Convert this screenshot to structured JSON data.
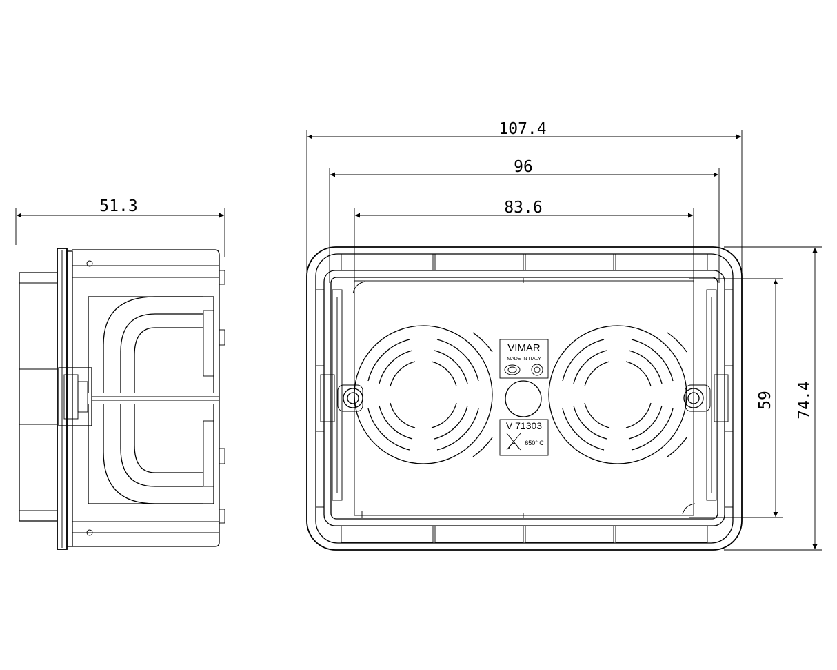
{
  "dimensions": {
    "side_depth": "51.3",
    "overall_width": "107.4",
    "fixing_centres": "96",
    "inner_width": "83.6",
    "inner_height": "59",
    "overall_height": "74.4"
  },
  "markings": {
    "brand": "VIMAR",
    "made_in": "MADE IN ITALY",
    "model": "V 71303",
    "temperature": "650° C"
  }
}
